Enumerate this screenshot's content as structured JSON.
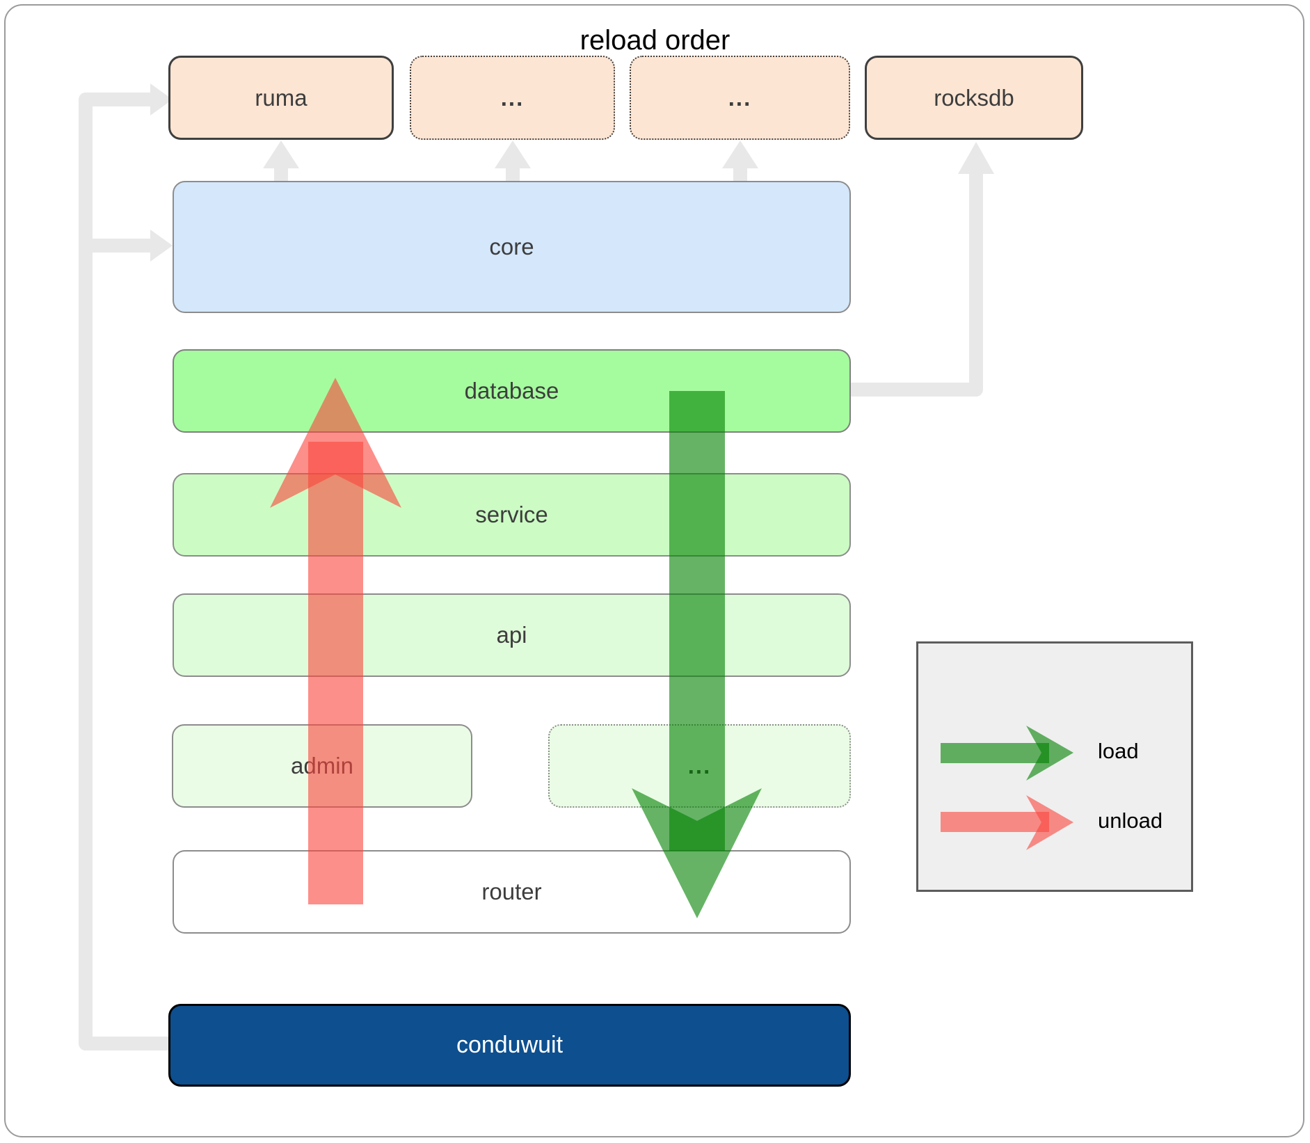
{
  "diagram": {
    "top_row": {
      "ruma": "ruma",
      "ellipsis_1": "...",
      "ellipsis_2": "...",
      "rocksdb": "rocksdb"
    },
    "layers": {
      "core": "core",
      "database": "database",
      "service": "service",
      "api": "api",
      "admin": "admin",
      "admin_ellipsis": "...",
      "router": "router",
      "conduwuit": "conduwuit"
    },
    "legend": {
      "title": "reload order",
      "load_label": "load",
      "unload_label": "unload"
    },
    "colors": {
      "load_arrow": "#008000",
      "unload_arrow": "#fa443c",
      "connector": "#e8e8e8",
      "crate_peach": "#fde5d3",
      "core_blue": "#d4e7fb",
      "database_green": "#a5fc9e",
      "service_green": "#ccfcc4",
      "api_green": "#dffcda",
      "admin_green": "#eafce5",
      "router_white": "#ffffff",
      "conduwuit_navy": "#0d4f8f",
      "legend_background": "#efefef"
    }
  }
}
